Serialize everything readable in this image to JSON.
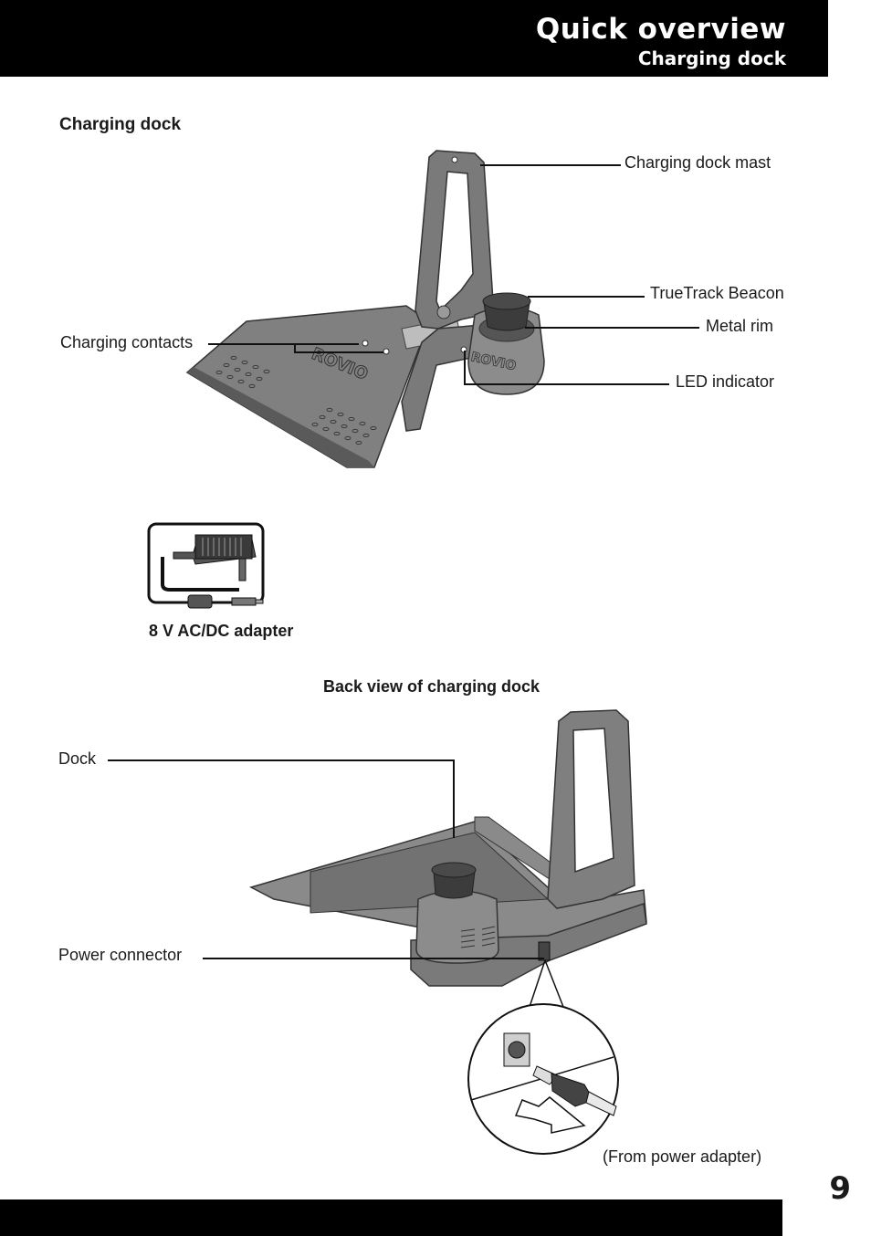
{
  "header": {
    "title": "Quick overview",
    "subtitle": "Charging dock"
  },
  "section": {
    "heading": "Charging dock"
  },
  "dock_labels": {
    "mast": "Charging dock mast",
    "beacon": "TrueTrack Beacon",
    "metal_rim": "Metal rim",
    "contacts": "Charging contacts",
    "led": "LED indicator",
    "brand_mark": "ROVIO"
  },
  "adapter": {
    "caption": "8 V AC/DC adapter"
  },
  "back_view": {
    "heading": "Back view of charging dock",
    "dock": "Dock",
    "power_connector": "Power connector",
    "from_adapter": "(From power adapter)"
  },
  "footer": {
    "page_number": "9"
  }
}
